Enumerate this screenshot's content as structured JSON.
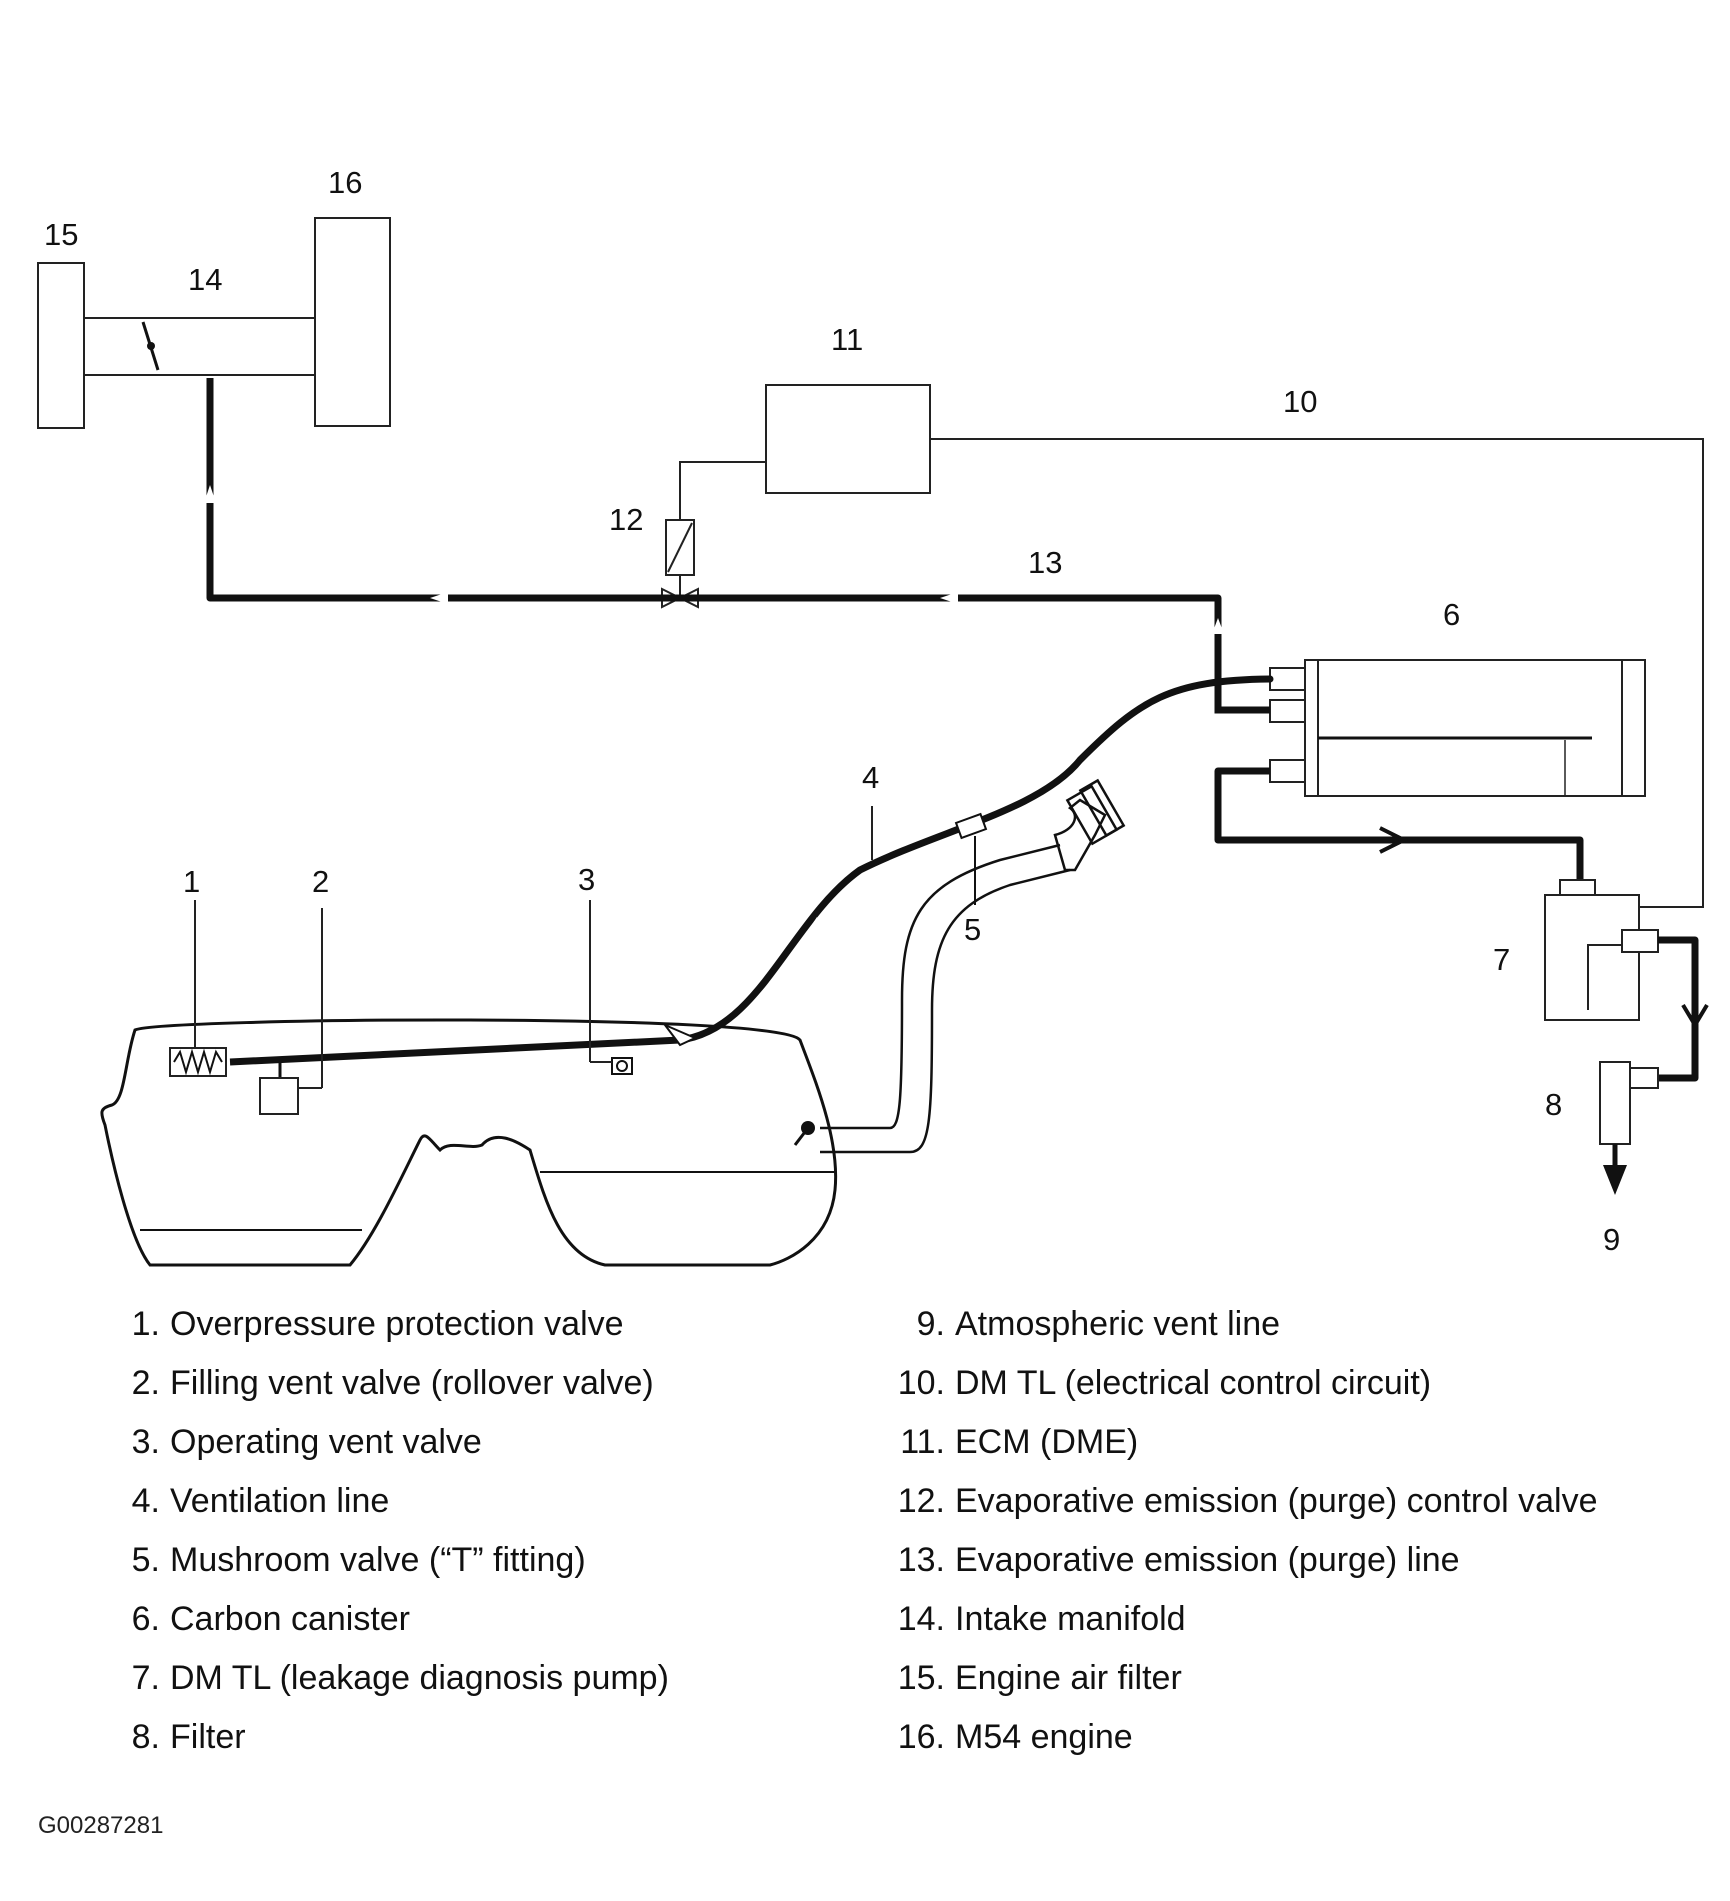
{
  "callouts": [
    "1",
    "2",
    "3",
    "4",
    "5",
    "6",
    "7",
    "8",
    "9",
    "10",
    "11",
    "12",
    "13",
    "14",
    "15",
    "16"
  ],
  "legend": [
    {
      "num": "1.",
      "label": "Overpressure protection valve"
    },
    {
      "num": "2.",
      "label": "Filling vent valve (rollover valve)"
    },
    {
      "num": "3.",
      "label": "Operating vent valve"
    },
    {
      "num": "4.",
      "label": "Ventilation line"
    },
    {
      "num": "5.",
      "label": "Mushroom valve (“T” fitting)"
    },
    {
      "num": "6.",
      "label": "Carbon canister"
    },
    {
      "num": "7.",
      "label": "DM TL (leakage diagnosis pump)"
    },
    {
      "num": "8.",
      "label": "Filter"
    },
    {
      "num": "9.",
      "label": "Atmospheric vent line"
    },
    {
      "num": "10.",
      "label": "DM TL (electrical control circuit)"
    },
    {
      "num": "11.",
      "label": "ECM (DME)"
    },
    {
      "num": "12.",
      "label": "Evaporative emission (purge) control valve"
    },
    {
      "num": "13.",
      "label": "Evaporative emission (purge) line"
    },
    {
      "num": "14.",
      "label": "Intake manifold"
    },
    {
      "num": "15.",
      "label": "Engine air filter"
    },
    {
      "num": "16.",
      "label": "M54 engine"
    }
  ],
  "figure_id": "G00287281"
}
